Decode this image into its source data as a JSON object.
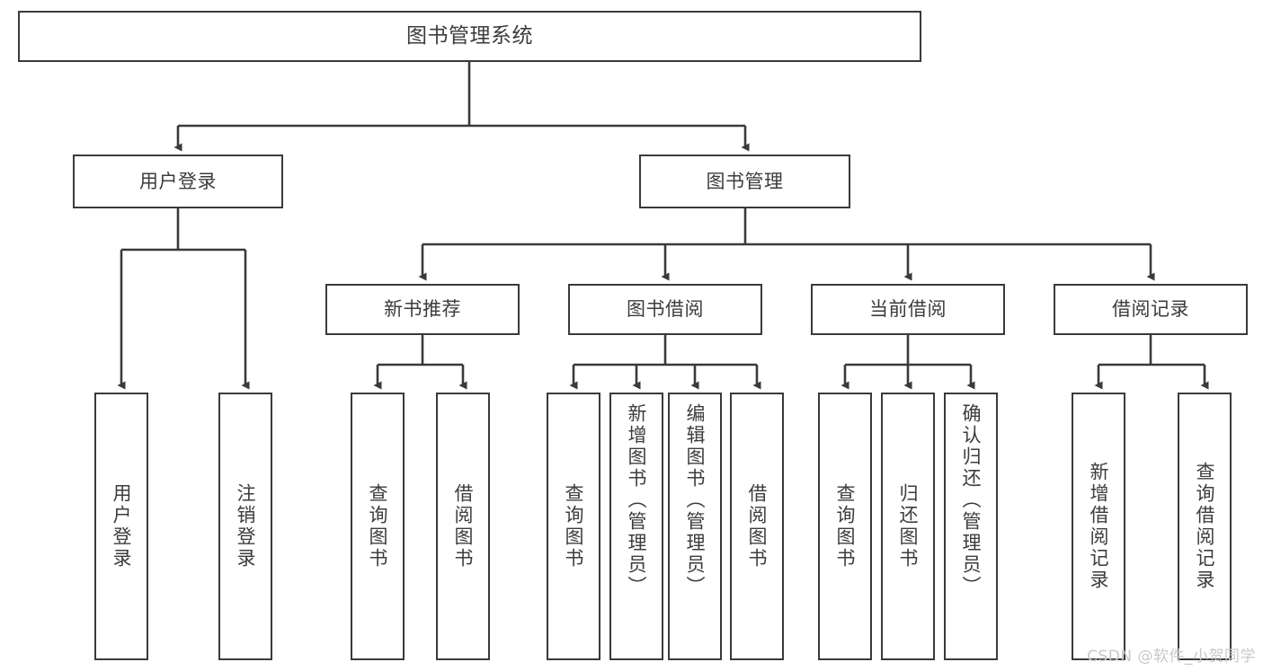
{
  "diagram": {
    "title": "图书管理系统",
    "type": "functional-structure-tree",
    "line_color": "#3a3a3a",
    "box_fill": "#ffffff",
    "text_color": "#3c3c3c",
    "root": {
      "label": "图书管理系统"
    },
    "level2": [
      {
        "label": "用户登录"
      },
      {
        "label": "图书管理"
      }
    ],
    "level3": [
      {
        "label": "新书推荐"
      },
      {
        "label": "图书借阅"
      },
      {
        "label": "当前借阅"
      },
      {
        "label": "借阅记录"
      }
    ],
    "leaves": {
      "user_login": [
        {
          "label": "用户登录"
        },
        {
          "label": "注销登录"
        }
      ],
      "new_book_recommend": [
        {
          "label": "查询图书"
        },
        {
          "label": "借阅图书"
        }
      ],
      "book_borrow": [
        {
          "label": "查询图书"
        },
        {
          "label": "新增图书（管理员）"
        },
        {
          "label": "编辑图书（管理员）"
        },
        {
          "label": "借阅图书"
        }
      ],
      "current_borrow": [
        {
          "label": "查询图书"
        },
        {
          "label": "归还图书"
        },
        {
          "label": "确认归还（管理员）"
        }
      ],
      "borrow_record": [
        {
          "label": "新增借阅记录"
        },
        {
          "label": "查询借阅记录"
        }
      ]
    }
  },
  "watermark": {
    "text": "CSDN @软件_小贺同学"
  }
}
